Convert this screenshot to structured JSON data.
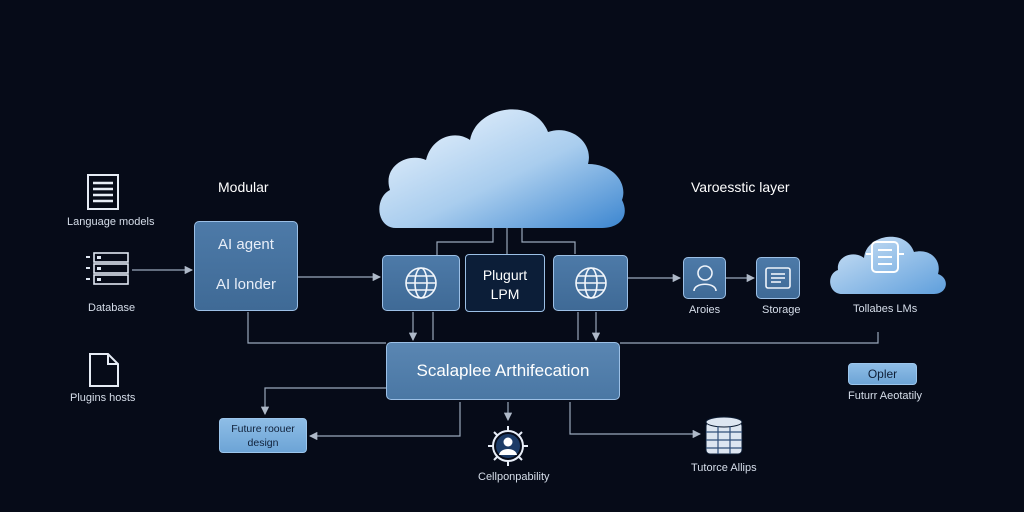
{
  "diagram": {
    "left": {
      "modular_label": "Modular",
      "language_models_label": "Language models",
      "database_label": "Database",
      "plugins_label": "Plugins hosts"
    },
    "agent_box": {
      "line1": "AI agent",
      "line2": "AI londer"
    },
    "center": {
      "plugin_line1": "Plugurt",
      "plugin_line2": "LPM",
      "main_label": "Scalaplee Arthifecation"
    },
    "right": {
      "layer_label": "Varoesstic layer",
      "agents_label": "Aroies",
      "storage_label": "Storage",
      "cloud_llms_label": "Tollabes LMs",
      "opler_label": "Opler",
      "future_label": "Futurr Aeotatily"
    },
    "bottom": {
      "future_box_line1": "Future roouer",
      "future_box_line2": "design",
      "compat_label": "Cellponpability",
      "future_apps_label": "Tutorce Allips"
    }
  },
  "colors": {
    "background": "#060b18",
    "node_fill": "#4a77a5",
    "node_border": "#9cc0e6",
    "cloud_light": "#e6f0fa",
    "cloud_dark": "#4f8fd0",
    "line": "#9aa8ba"
  },
  "icons": [
    "document-icon",
    "server-rack-icon",
    "file-icon",
    "globe-icon",
    "person-icon",
    "storage-card-icon",
    "robot-cloud-icon",
    "gear-person-icon",
    "database-stack-icon"
  ]
}
